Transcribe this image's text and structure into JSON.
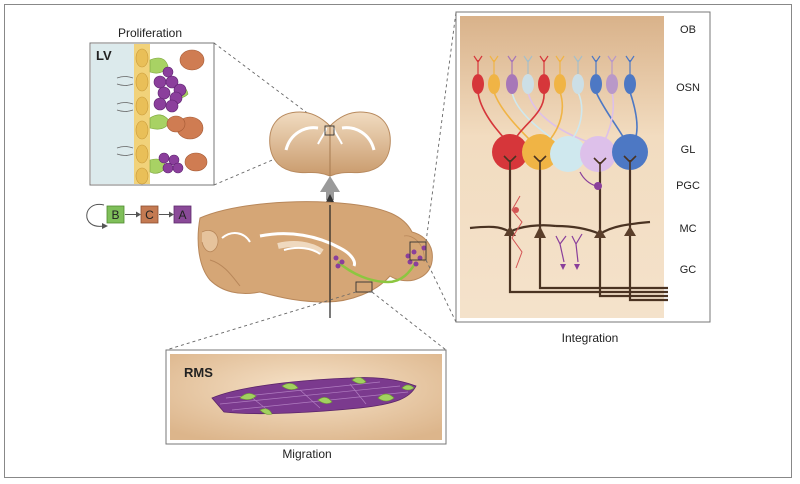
{
  "panels": {
    "proliferation": {
      "title": "Proliferation",
      "region_label": "LV"
    },
    "migration": {
      "title": "Migration",
      "region_label": "RMS"
    },
    "integration": {
      "title": "Integration"
    }
  },
  "lineage": {
    "cells": [
      "B",
      "C",
      "A"
    ],
    "colors": [
      "#7fbf5a",
      "#c47a52",
      "#8a4a98"
    ]
  },
  "layers": [
    "OB",
    "OSN",
    "GL",
    "PGC",
    "MC",
    "GC"
  ],
  "colors": {
    "tissue": "#c9996a",
    "tissue_light": "#e8c8a0",
    "neuroblast": "#7a3b8f",
    "glia": "#9dcc5a",
    "ventricle": "#dbe9ec",
    "stream": "#8cc640"
  }
}
